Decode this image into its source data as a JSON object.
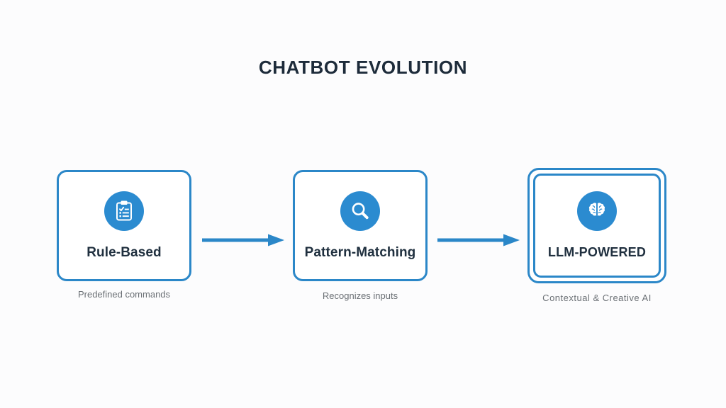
{
  "slide": {
    "title": "CHATBOT EVOLUTION",
    "background_color": "#fcfcfd",
    "accent_color": "#2b87c8",
    "icon_circle_color": "#2b8bd0",
    "title_color": "#1d2b3a",
    "caption_color": "#6b7075"
  },
  "stages": [
    {
      "label": "Rule-Based",
      "caption": "Predefined commands",
      "icon": "clipboard-checklist-icon",
      "double_border": false
    },
    {
      "label": "Pattern-Matching",
      "caption": "Recognizes inputs",
      "icon": "magnifying-glass-icon",
      "double_border": false
    },
    {
      "label": "LLM-POWERED",
      "caption": "Contextual & Creative AI",
      "icon": "brain-icon",
      "double_border": true
    }
  ],
  "connectors": [
    {
      "name": "arrow-stage1-to-stage2",
      "direction": "right"
    },
    {
      "name": "arrow-stage2-to-stage3",
      "direction": "right"
    }
  ]
}
